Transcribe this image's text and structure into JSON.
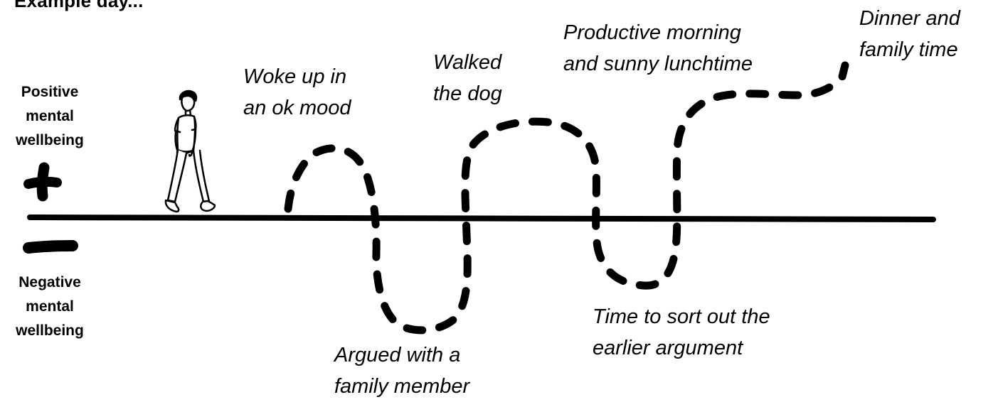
{
  "title": "Example day...",
  "axis": {
    "positive_label": [
      "Positive",
      "mental",
      "wellbeing"
    ],
    "negative_label": [
      "Negative",
      "mental",
      "wellbeing"
    ],
    "plus_symbol": "plus",
    "minus_symbol": "minus"
  },
  "figure": {
    "icon": "walking-person-icon"
  },
  "annotations": {
    "woke": [
      "Woke up in",
      "an ok mood"
    ],
    "walked": [
      "Walked",
      "the dog"
    ],
    "productive": [
      "Productive morning",
      "and sunny lunchtime"
    ],
    "dinner": [
      "Dinner and",
      "family time"
    ],
    "argued": [
      "Argued with a",
      "family member"
    ],
    "sort": [
      "Time to sort out the",
      "earlier argument"
    ]
  },
  "colors": {
    "ink": "#000000",
    "background": "#ffffff"
  }
}
